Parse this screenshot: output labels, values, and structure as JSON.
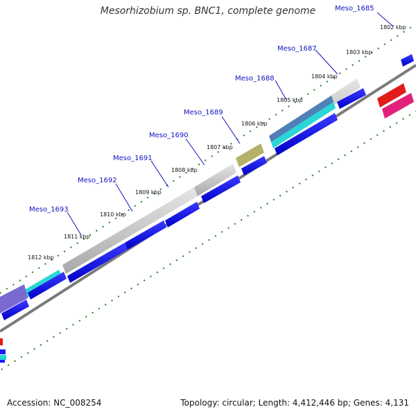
{
  "map": {
    "title": "Mesorhizobium sp. BNC1, complete genome",
    "accession": "Accession: NC_008254",
    "summary": "Topology: circular; Length: 4,412,446 bp; Genes: 4,131"
  },
  "colors": {
    "forward_ruler": "#1a7f1a",
    "backbone": "#7a7a7a",
    "gene_label": "#1010c0",
    "kbp_label": "#111111"
  },
  "ruler_labels": [
    "1802 kbp",
    "1803 kbp",
    "1804 kbp",
    "1805 kbp",
    "1806 kbp",
    "1807 kbp",
    "1808 kbp",
    "1809 kbp",
    "1810 kbp",
    "1811 kbp",
    "1812 kbp"
  ],
  "gene_labels": [
    "Meso_1685",
    "Meso_1687",
    "Meso_1688",
    "Meso_1689",
    "Meso_1690",
    "Meso_1691",
    "Meso_1692",
    "Meso_1693"
  ]
}
